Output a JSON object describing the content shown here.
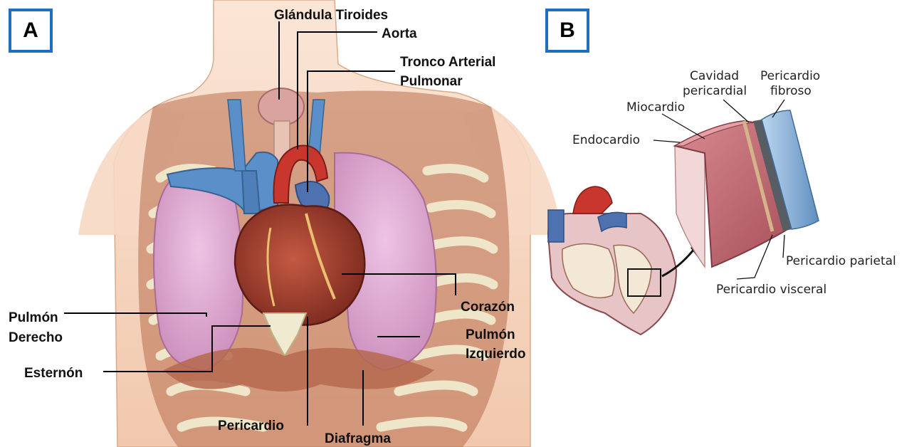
{
  "panels": {
    "a": {
      "badge": "A",
      "labels": {
        "tiroides": "Glándula Tiroides",
        "aorta": "Aorta",
        "tronco_1": "Tronco Arterial",
        "tronco_2": "Pulmonar",
        "corazon": "Corazón",
        "pulmon_izq_1": "Pulmón",
        "pulmon_izq_2": "Izquierdo",
        "pulmon_der_1": "Pulmón",
        "pulmon_der_2": "Derecho",
        "esternon": "Esternón",
        "pericardio": "Pericardio",
        "diafragma": "Diafragma"
      }
    },
    "b": {
      "badge": "B",
      "labels": {
        "cavidad_1": "Cavidad",
        "cavidad_2": "pericardial",
        "fibroso_1": "Pericardio",
        "fibroso_2": "fibroso",
        "miocardio": "Miocardio",
        "endocardio": "Endocardio",
        "parietal": "Pericardio parietal",
        "visceral": "Pericardio visceral"
      }
    }
  },
  "colors": {
    "badge_border": "#1f6fbf",
    "lung": "#e2a9d6",
    "heart": "#a8402f",
    "vein": "#5b8fc9",
    "artery": "#c9362e",
    "rib": "#efe5c8",
    "skin": "#f6d4bd",
    "myocardium": "#c9717a",
    "fibrous": "#8fb6dc"
  }
}
